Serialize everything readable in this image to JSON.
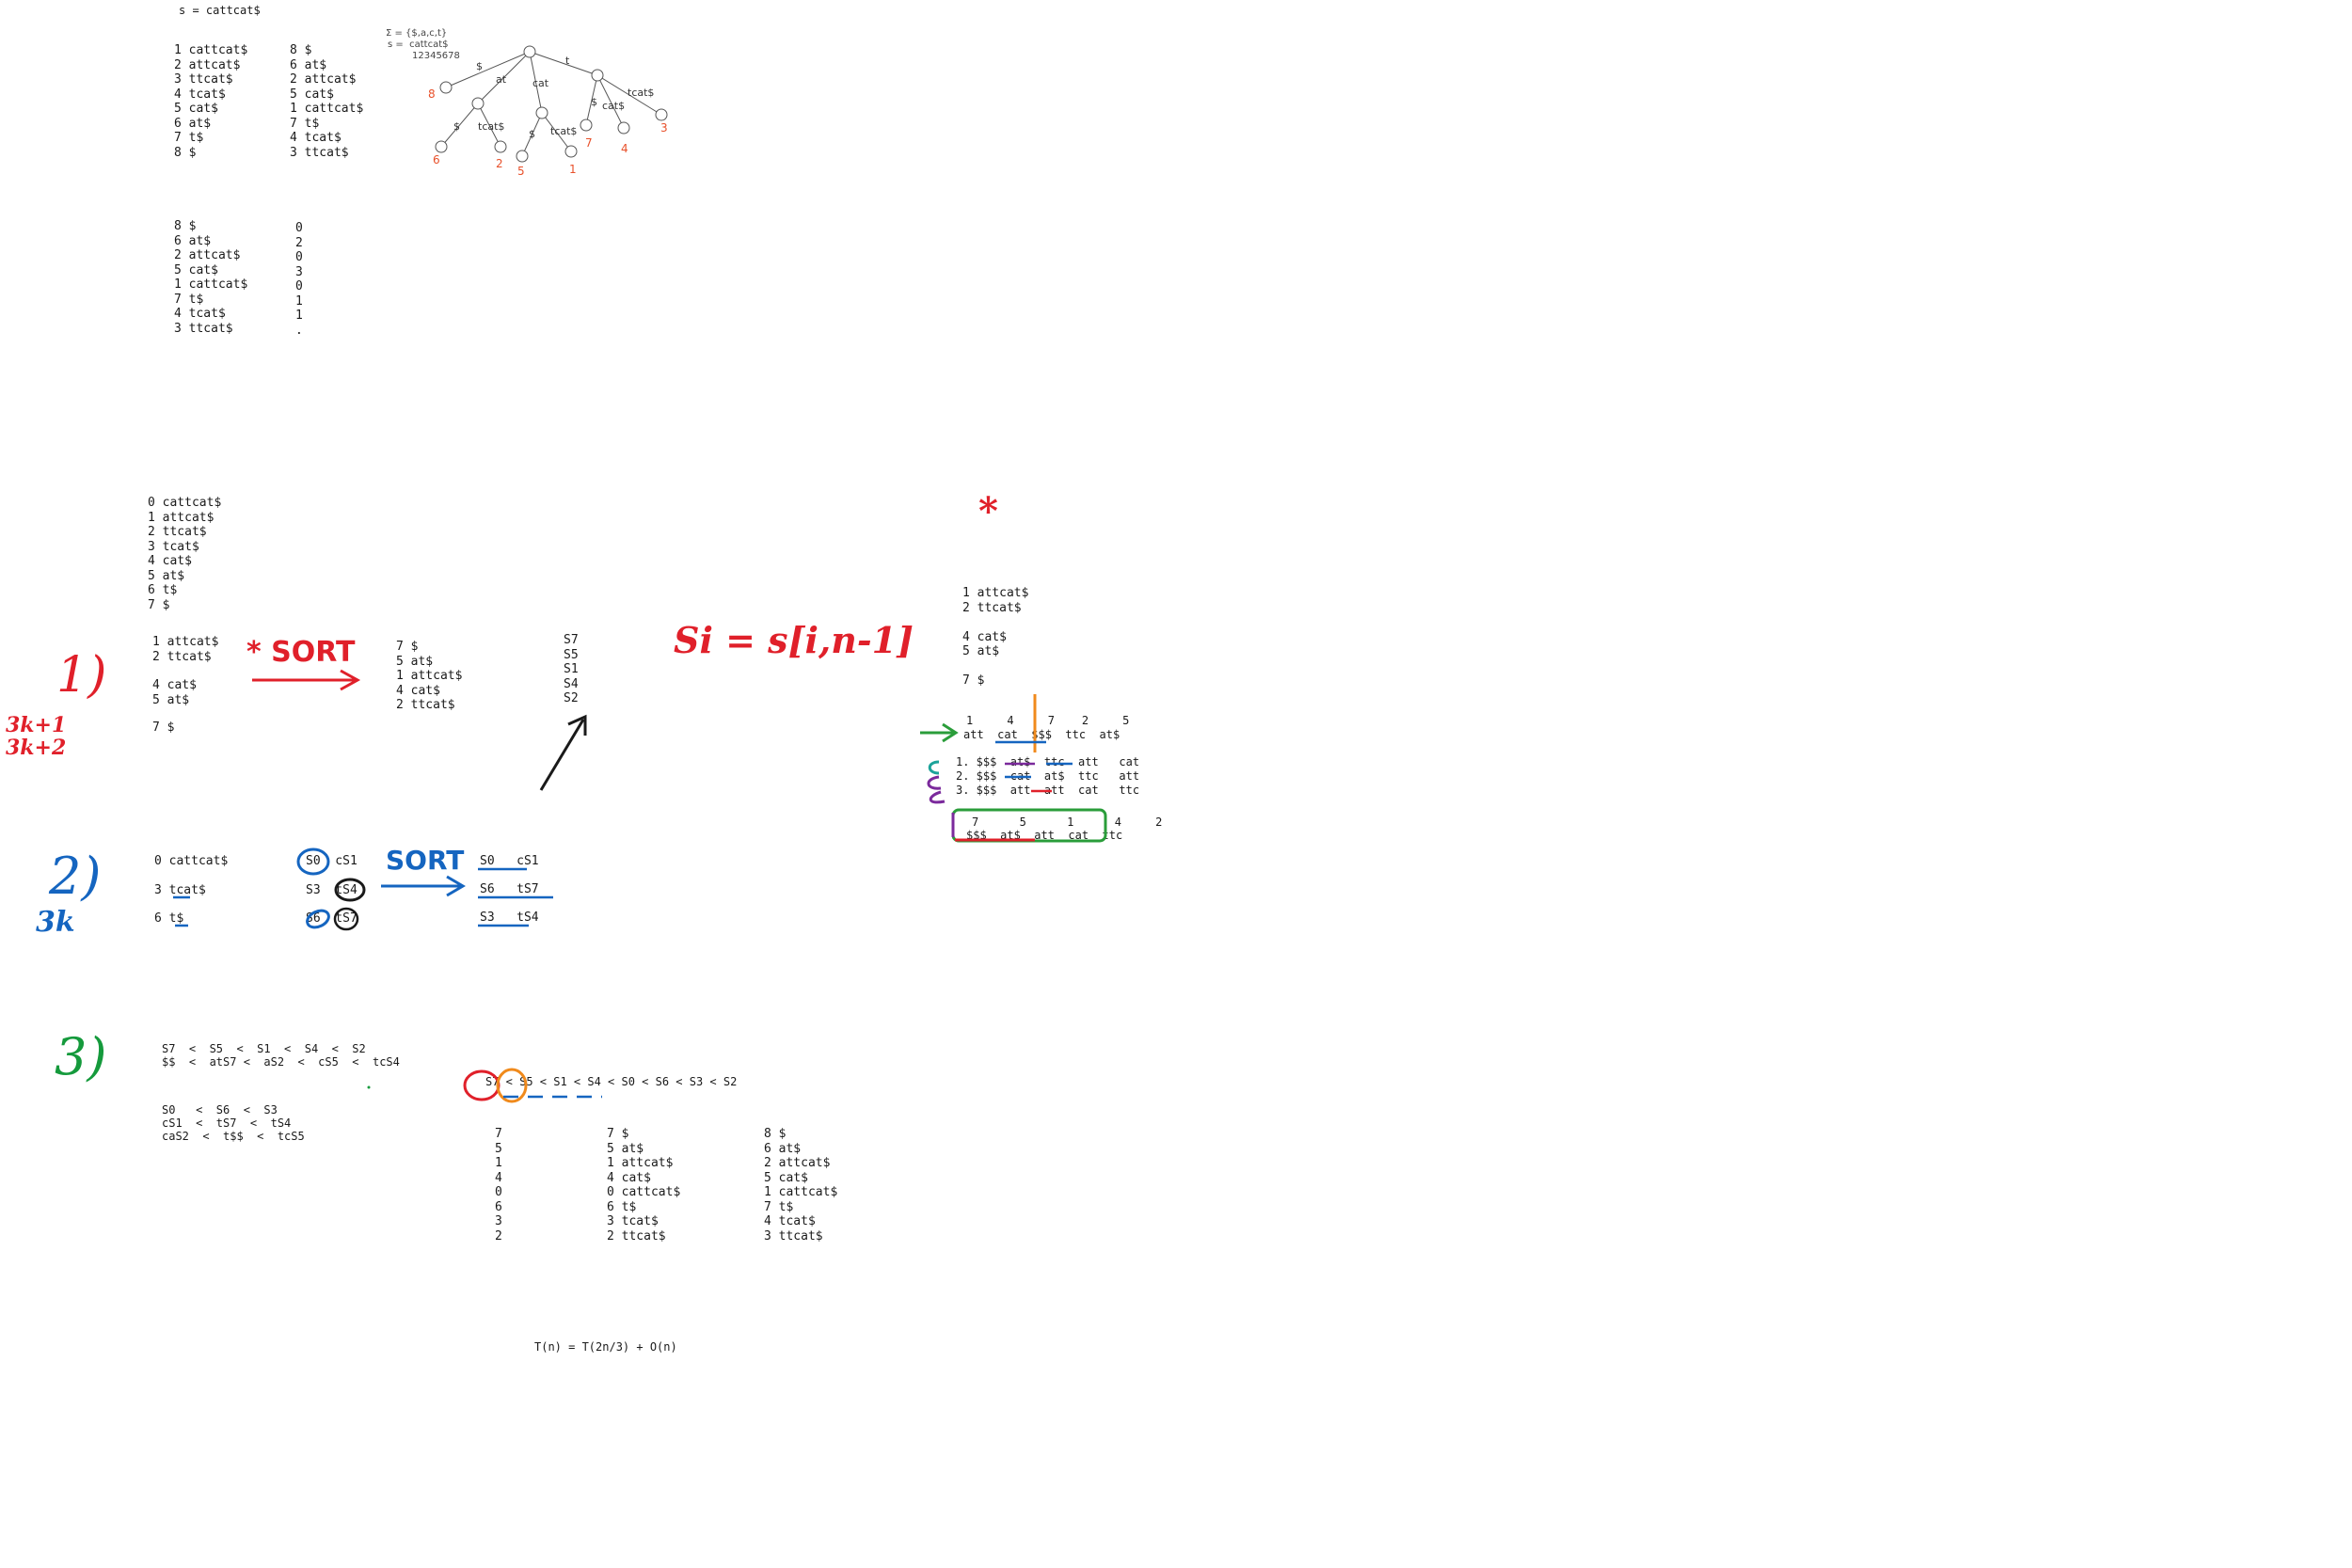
{
  "header_string": "s = cattcat$",
  "suffixes_numbered": [
    "1 cattcat$",
    "2 attcat$",
    "3 ttcat$",
    "4 tcat$",
    "5 cat$",
    "6 at$",
    "7 t$",
    "8 $"
  ],
  "suffixes_sorted": [
    "8 $",
    "6 at$",
    "2 attcat$",
    "5 cat$",
    "1 cattcat$",
    "7 t$",
    "4 tcat$",
    "3 ttcat$"
  ],
  "tree": {
    "alphabet": "Σ = {$,a,c,t}",
    "string": "s =  cattcat$",
    "positions": "12345678",
    "edges": [
      "$",
      "at",
      "cat",
      "t",
      "$",
      "tcat$",
      "$",
      "tcat$",
      "$",
      "cat$",
      "tcat$"
    ],
    "leaves": [
      "8",
      "6",
      "2",
      "5",
      "1",
      "7",
      "4",
      "3"
    ]
  },
  "lcp_suffixes": [
    "8 $",
    "6 at$",
    "2 attcat$",
    "5 cat$",
    "1 cattcat$",
    "7 t$",
    "4 tcat$",
    "3 ttcat$"
  ],
  "lcp_values": [
    "0",
    "2",
    "0",
    "3",
    "0",
    "1",
    "1",
    "."
  ],
  "zero_suffixes": [
    "0 cattcat$",
    "1 attcat$",
    "2 ttcat$",
    "3 tcat$",
    "4 cat$",
    "5 at$",
    "6 t$",
    "7 $"
  ],
  "step1": {
    "num": "1)",
    "mod_top": "3k+1",
    "mod_bot": "3k+2",
    "group_a": [
      "1 attcat$",
      "2 ttcat$"
    ],
    "group_b": [
      "4 cat$",
      "5 at$"
    ],
    "group_c": [
      "7 $"
    ],
    "sort_label": "* SORT",
    "sorted": [
      "7 $",
      "5 at$",
      "1 attcat$",
      "4 cat$",
      "2 ttcat$"
    ],
    "s_list": [
      "S7",
      "S5",
      "S1",
      "S4",
      "S2"
    ],
    "def": "Si = s[i,n-1]"
  },
  "step2": {
    "num": "2)",
    "mod": "3k",
    "suffixes": [
      "0 cattcat$",
      "3 tcat$",
      "6 t$"
    ],
    "pairs": [
      "S0  cS1",
      "S3  tS4",
      "S6  tS7"
    ],
    "sort_label": "SORT",
    "sorted": [
      "S0   cS1",
      "S6   tS7",
      "S3   tS4"
    ]
  },
  "step3": {
    "num": "3)",
    "line1": "S7  <  S5  <  S1  <  S4  <  S2",
    "line2": "$$  <  atS7 <  aS2  <  cS5  <  tcS4",
    "line3": "S0   <  S6  <  S3",
    "line4": "cS1  <  tS7  <  tS4",
    "line5": "caS2  <  t$$  <  tcS5",
    "merged": "S7 < S5 < S1 < S4 < S0 < S6 < S3 < S2",
    "col_index": [
      "7",
      "5",
      "1",
      "4",
      "0",
      "6",
      "3",
      "2"
    ],
    "col_zero": [
      "7 $",
      "5 at$",
      "1 attcat$",
      "4 cat$",
      "0 cattcat$",
      "6 t$",
      "3 tcat$",
      "2 ttcat$"
    ],
    "col_one": [
      "8 $",
      "6 at$",
      "2 attcat$",
      "5 cat$",
      "1 cattcat$",
      "7 t$",
      "4 tcat$",
      "3 ttcat$"
    ]
  },
  "recurrence": "T(n) = T(2n/3) + O(n)",
  "right_panel": {
    "star": "*",
    "list": [
      "1 attcat$",
      "2 ttcat$",
      "",
      "4 cat$",
      "5 at$",
      "",
      "7 $"
    ],
    "indices": "1     4     7    2     5",
    "triples": "att  cat  $$$  ttc  at$",
    "row1": "1. $$$  at$  ttc  att   cat",
    "row2": "2. $$$  cat  at$  ttc   att",
    "row3": "3. $$$  att  att  cat   ttc",
    "final_idx": "7      5      1      4     2",
    "final_triples": "$$$  at$  att  cat  ttc"
  },
  "colors": {
    "red": "#e0202a",
    "blue": "#1565c0",
    "green": "#159a3c",
    "orange": "#f08a1c",
    "purple": "#7b2a9c",
    "black": "#1a1a1a"
  }
}
